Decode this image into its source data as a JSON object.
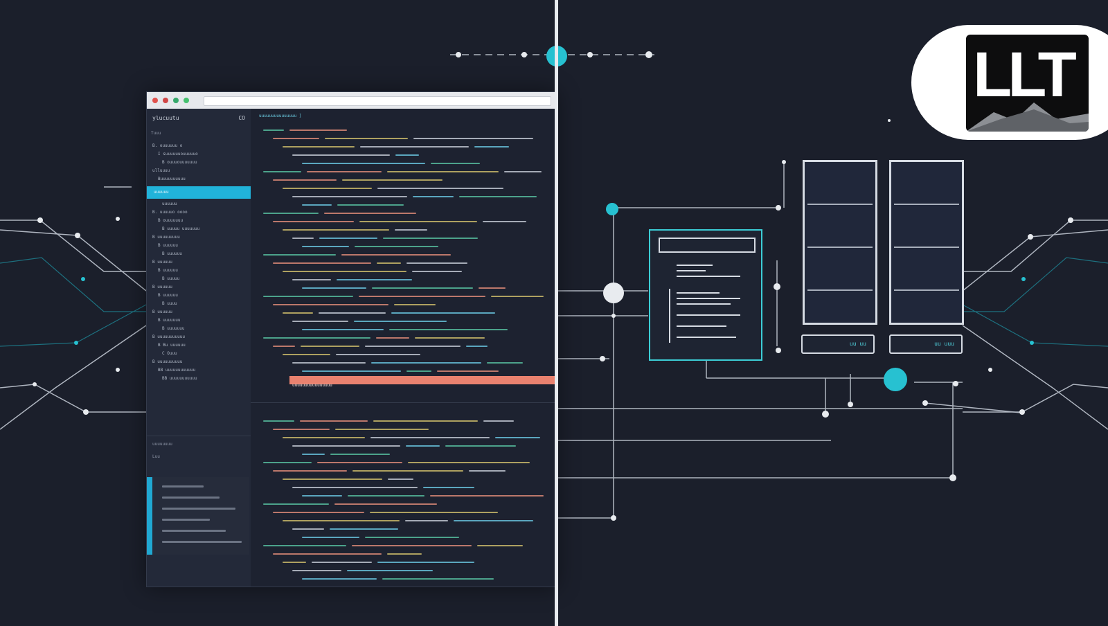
{
  "editor": {
    "sidebar_title": "ylucuutu",
    "sidebar_badge": "CO",
    "sidebar_sub": "Tuuu",
    "tree_items": [
      "B. ouuuuuu o",
      "I suuuuuuouuuuuo",
      "B ouuuouuuuuuu",
      "ulluuuu",
      "Buuuuuuuuuu",
      "uuuuuu",
      "B. uuuuuo oooo",
      "B ouuuuuuu",
      "B uuuuu uuuuuuu",
      "B uuuuuuuuu",
      "B uuuuuu",
      "B uuuuuu",
      "B uuuuuu",
      "B uuuuuu",
      "B uuuuu",
      "B uuuuuu",
      "B uuuuuu",
      "B uuuu",
      "B uuuuuu",
      "B uuuuuuu",
      "B uuuuuuu",
      "B uuuuuuuuuuu",
      "B Bu uuuuuu",
      "C Ouuu",
      "B uuuuuuuuuu",
      "BB uuuuuuuuuuuu",
      "BB uuuuuuuuuuu"
    ],
    "selected_item": "uuuuuu",
    "panel2_label": "uuuuuuuu",
    "panel2_sub": "Luu",
    "tab_text": "uuuuuuuuuuuuuuu ]",
    "highlight_text": "uuuuuuuuuuuuuuuu"
  },
  "panels": {
    "left_label": "uu uu",
    "right_label": "uu uuu"
  },
  "logo": {
    "text": "LLT"
  },
  "colors": {
    "background": "#1b1f2b",
    "accent": "#21b3da",
    "highlight": "#e9826f",
    "line": "#e8ebef"
  }
}
